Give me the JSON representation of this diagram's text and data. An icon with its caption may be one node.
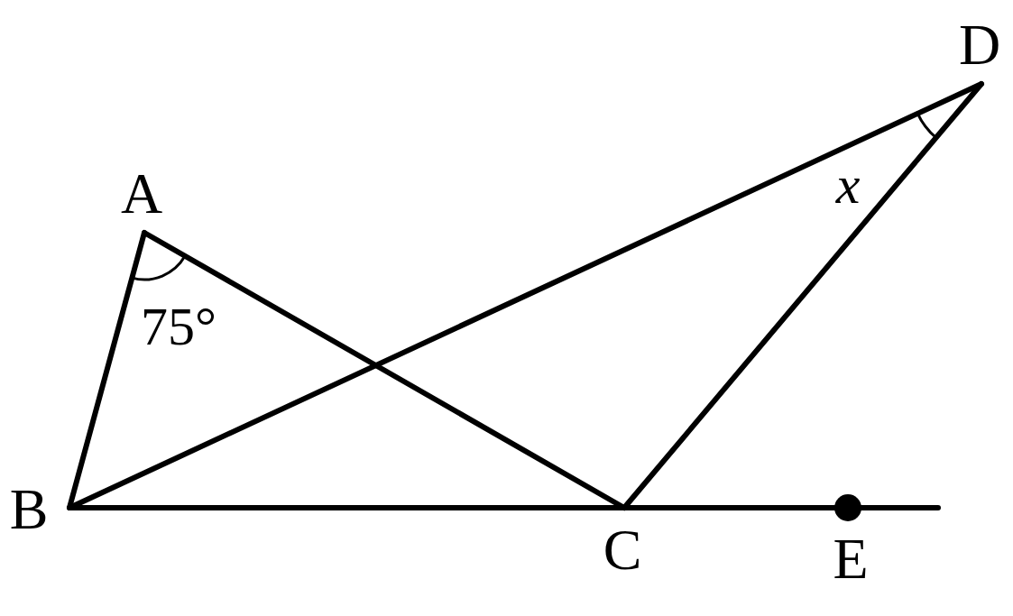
{
  "diagram": {
    "nodes": [
      {
        "text": [
          "A"
        ]
      },
      {
        "text": [
          "B"
        ]
      },
      {
        "text": [
          "C"
        ]
      },
      {
        "text": [
          "D"
        ]
      },
      {
        "text": [
          "E"
        ]
      }
    ],
    "edges": [
      {
        "from": 0,
        "to": 1,
        "arrow": "none"
      },
      {
        "from": 0,
        "to": 2,
        "arrow": "none"
      },
      {
        "from": 1,
        "to": 3,
        "arrow": "none"
      },
      {
        "from": 3,
        "to": 2,
        "arrow": "none"
      },
      {
        "from": 1,
        "to": 2,
        "arrow": "none"
      },
      {
        "from": 2,
        "to": 4,
        "arrow": "none"
      },
      {
        "from": 4,
        "to": null,
        "arrow": "none"
      }
    ],
    "labels": [
      "75°",
      "x"
    ]
  }
}
